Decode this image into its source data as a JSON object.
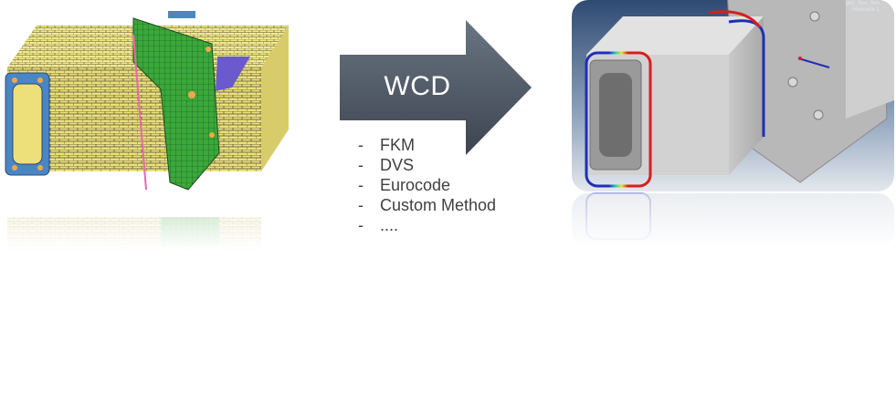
{
  "arrow": {
    "label": "WCD",
    "color_top": "#5b6672",
    "color_bottom": "#3c4450"
  },
  "methods": [
    {
      "bullet": "-",
      "label": "FKM"
    },
    {
      "bullet": "-",
      "label": "DVS"
    },
    {
      "bullet": "-",
      "label": "Eurocode"
    },
    {
      "bullet": "-",
      "label": "Custom Method"
    },
    {
      "bullet": "-",
      "label": "...."
    }
  ],
  "result_panel": {
    "hud_line_1": "grid_flow_fem",
    "hud_line_2": "Seamode 1"
  },
  "colors": {
    "mesh_face": "#ede07a",
    "mesh_end": "#4a86c4",
    "bracket": "#3aa83a",
    "result_bg_top": "#2f4a72",
    "result_bg_bottom": "#dfe4ea",
    "weld_low": "#1f2fb5",
    "weld_high": "#d81e1e"
  }
}
